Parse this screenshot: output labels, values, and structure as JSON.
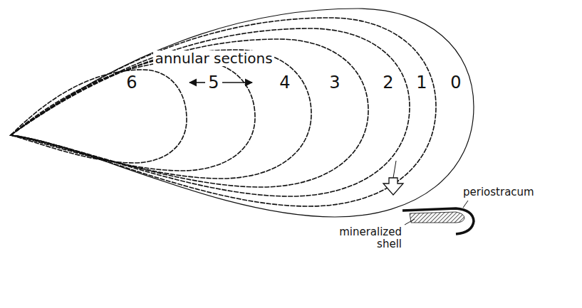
{
  "diagram": {
    "labels": [
      "annular sections",
      "6",
      "5",
      "4",
      "3",
      "2",
      "1",
      "0",
      "mineralized shell",
      "periostracum"
    ]
  }
}
